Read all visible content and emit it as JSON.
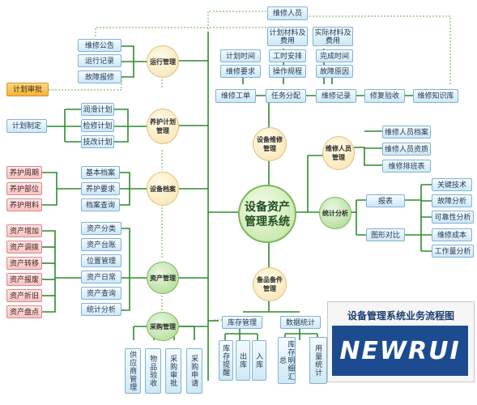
{
  "center": "设备资产管理系统",
  "hubs": {
    "run": "运行管理",
    "maint_plan": "养护计划管理",
    "archive": "设备档案",
    "asset": "资产管理",
    "purchase": "采购管理",
    "repair": "设备维修管理",
    "spare": "备品备件管理",
    "staff": "维修人员管理",
    "stats": "统计分析"
  },
  "run_items": [
    "维修公告",
    "运行记录",
    "故障报修"
  ],
  "plan_approve": "计划审批",
  "maint_plan_items": [
    "润滑计划",
    "检修计划",
    "技改计划"
  ],
  "plan_make": "计划制定",
  "archive_left": [
    "养护周期",
    "养护部位",
    "养护用料"
  ],
  "archive_items": [
    "基本档案",
    "养护要求",
    "档案查询"
  ],
  "asset_left": [
    "资产增加",
    "资产调拨",
    "资产转移",
    "资产报废",
    "资产折旧",
    "资产盘点"
  ],
  "asset_items": [
    "资产分类",
    "资产台账",
    "位置管理",
    "资产日常",
    "资产查询",
    "统计分析"
  ],
  "purchase_items": [
    "供应商管理",
    "物品验收",
    "采购审批",
    "采购申请"
  ],
  "repair_flow": [
    "维修工单",
    "任务分配",
    "维修记录",
    "修复验收",
    "维修知识库"
  ],
  "repair_top": {
    "staff": "维修人员",
    "plan_cost": "计划材料及费用",
    "actual_cost": "实际材料及费用",
    "plan_time": "计划时间",
    "work_time": "工时安排",
    "done_time": "完成时间",
    "requirement": "维修要求",
    "procedure": "操作规程",
    "cause": "故障原因"
  },
  "staff_items": [
    "维修人员档案",
    "维修人员资质",
    "维修排班表"
  ],
  "stats_groups": [
    "报表",
    "图形对比"
  ],
  "stats_items": [
    "关键技术",
    "故障分析",
    "可靠性分析",
    "维修成本",
    "工作量分析"
  ],
  "spare_groups": [
    "库存管理",
    "数据统计"
  ],
  "stock_items": [
    "库存提醒",
    "出库",
    "入库"
  ],
  "data_items": [
    "库存明细汇总",
    "用量统计"
  ],
  "footer_title": "设备管理系统业务流程图",
  "logo_text": "NEWRUI",
  "colors": {
    "line": "#2e8b2e",
    "dotted": "#6aa84f",
    "box": "#cfe8f6",
    "accent": "#f5b13d"
  }
}
